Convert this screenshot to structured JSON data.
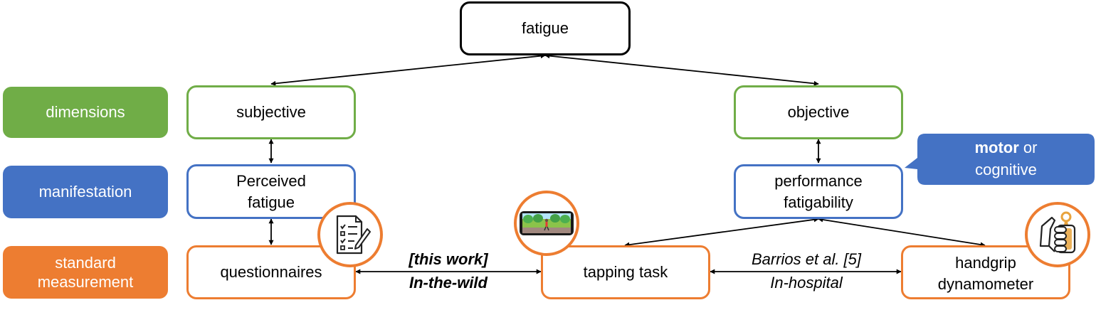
{
  "nodes": {
    "fatigue": "fatigue",
    "subjective": "subjective",
    "objective": "objective",
    "perceived_line1": "Perceived",
    "perceived_line2": "fatigue",
    "performance_line1": "performance",
    "performance_line2": "fatigability",
    "questionnaires": "questionnaires",
    "tapping_task": "tapping task",
    "handgrip_line1": "handgrip",
    "handgrip_line2": "dynamometer"
  },
  "categories": {
    "dimensions": "dimensions",
    "manifestation": "manifestation",
    "standard_line1": "standard",
    "standard_line2": "measurement"
  },
  "callout": {
    "bold": "motor",
    "rest": " or",
    "line2": "cognitive"
  },
  "edge_labels": {
    "this_work": "[this work]",
    "in_the_wild": "In-the-wild",
    "barrios": "Barrios et al. [5]",
    "in_hospital": "In-hospital"
  },
  "icons": [
    "questionnaire-clipboard-icon",
    "tapping-game-phone-icon",
    "handgrip-dynamometer-icon"
  ],
  "colors": {
    "dimensions": "#70ad47",
    "manifestation": "#4472c4",
    "measurement": "#ed7d31",
    "root": "#000000"
  }
}
